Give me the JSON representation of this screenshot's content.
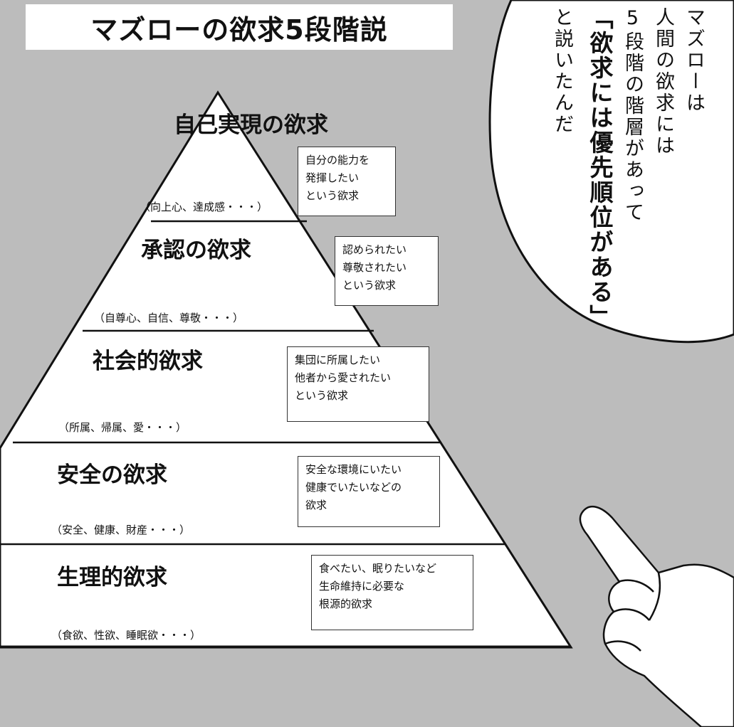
{
  "title": "マズローの欲求5段階説",
  "levels": [
    {
      "name": "自己実現の欲求",
      "examples": "（向上心、達成感・・・）",
      "description": [
        "自分の能力を",
        "発揮したい",
        "という欲求"
      ]
    },
    {
      "name": "承認の欲求",
      "examples": "（自尊心、自信、尊敬・・・）",
      "description": [
        "認められたい",
        "尊敬されたい",
        "という欲求"
      ]
    },
    {
      "name": "社会的欲求",
      "examples": "（所属、帰属、愛・・・）",
      "description": [
        "集団に所属したい",
        "他者から愛されたい",
        "という欲求"
      ]
    },
    {
      "name": "安全の欲求",
      "examples": "（安全、健康、財産・・・）",
      "description": [
        "安全な環境にいたい",
        "健康でいたいなどの",
        "欲求"
      ]
    },
    {
      "name": "生理的欲求",
      "examples": "（食欲、性欲、睡眠欲・・・）",
      "description": [
        "食べたい、眠りたいなど",
        "生命維持に必要な",
        "根源的欲求"
      ]
    }
  ],
  "speech_bubble": {
    "lines": [
      "マズローは",
      "人間の欲求には",
      "5段階の階層があって",
      "「欲求には優先順位がある」",
      "と説いたんだ"
    ],
    "emphasis_line": "「欲求には優先順位がある」"
  }
}
